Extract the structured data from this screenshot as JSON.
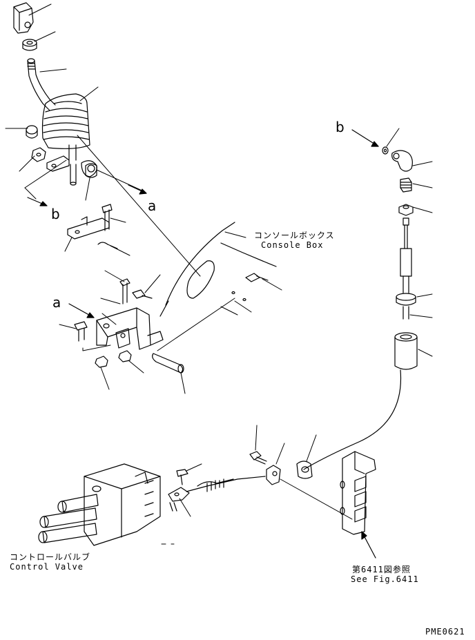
{
  "labels": {
    "ref_a_top": "a",
    "ref_a_left": "a",
    "ref_b_left": "b",
    "ref_b_right": "b",
    "console_jp": "コンソールボックス",
    "console_en": "Console Box",
    "control_jp": "コントロールバルブ",
    "control_en": "Control Valve",
    "fig_jp": "第6411図参照",
    "fig_en": "See Fig.6411",
    "drawing_code": "PME0621"
  }
}
